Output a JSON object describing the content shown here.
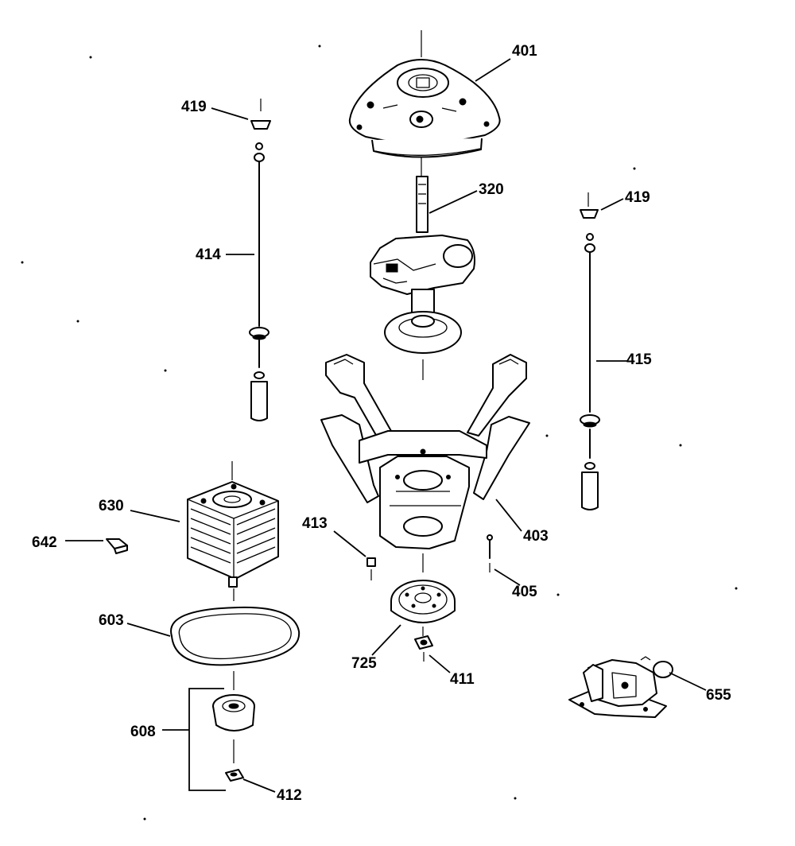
{
  "diagram": {
    "callouts": [
      {
        "id": "c401",
        "text": "401"
      },
      {
        "id": "c419a",
        "text": "419"
      },
      {
        "id": "c419b",
        "text": "419"
      },
      {
        "id": "c320",
        "text": "320"
      },
      {
        "id": "c414",
        "text": "414"
      },
      {
        "id": "c415",
        "text": "415"
      },
      {
        "id": "c630",
        "text": "630"
      },
      {
        "id": "c642",
        "text": "642"
      },
      {
        "id": "c413",
        "text": "413"
      },
      {
        "id": "c403",
        "text": "403"
      },
      {
        "id": "c405",
        "text": "405"
      },
      {
        "id": "c603",
        "text": "603"
      },
      {
        "id": "c725",
        "text": "725"
      },
      {
        "id": "c411",
        "text": "411"
      },
      {
        "id": "c655",
        "text": "655"
      },
      {
        "id": "c608",
        "text": "608"
      },
      {
        "id": "c412",
        "text": "412"
      }
    ]
  }
}
